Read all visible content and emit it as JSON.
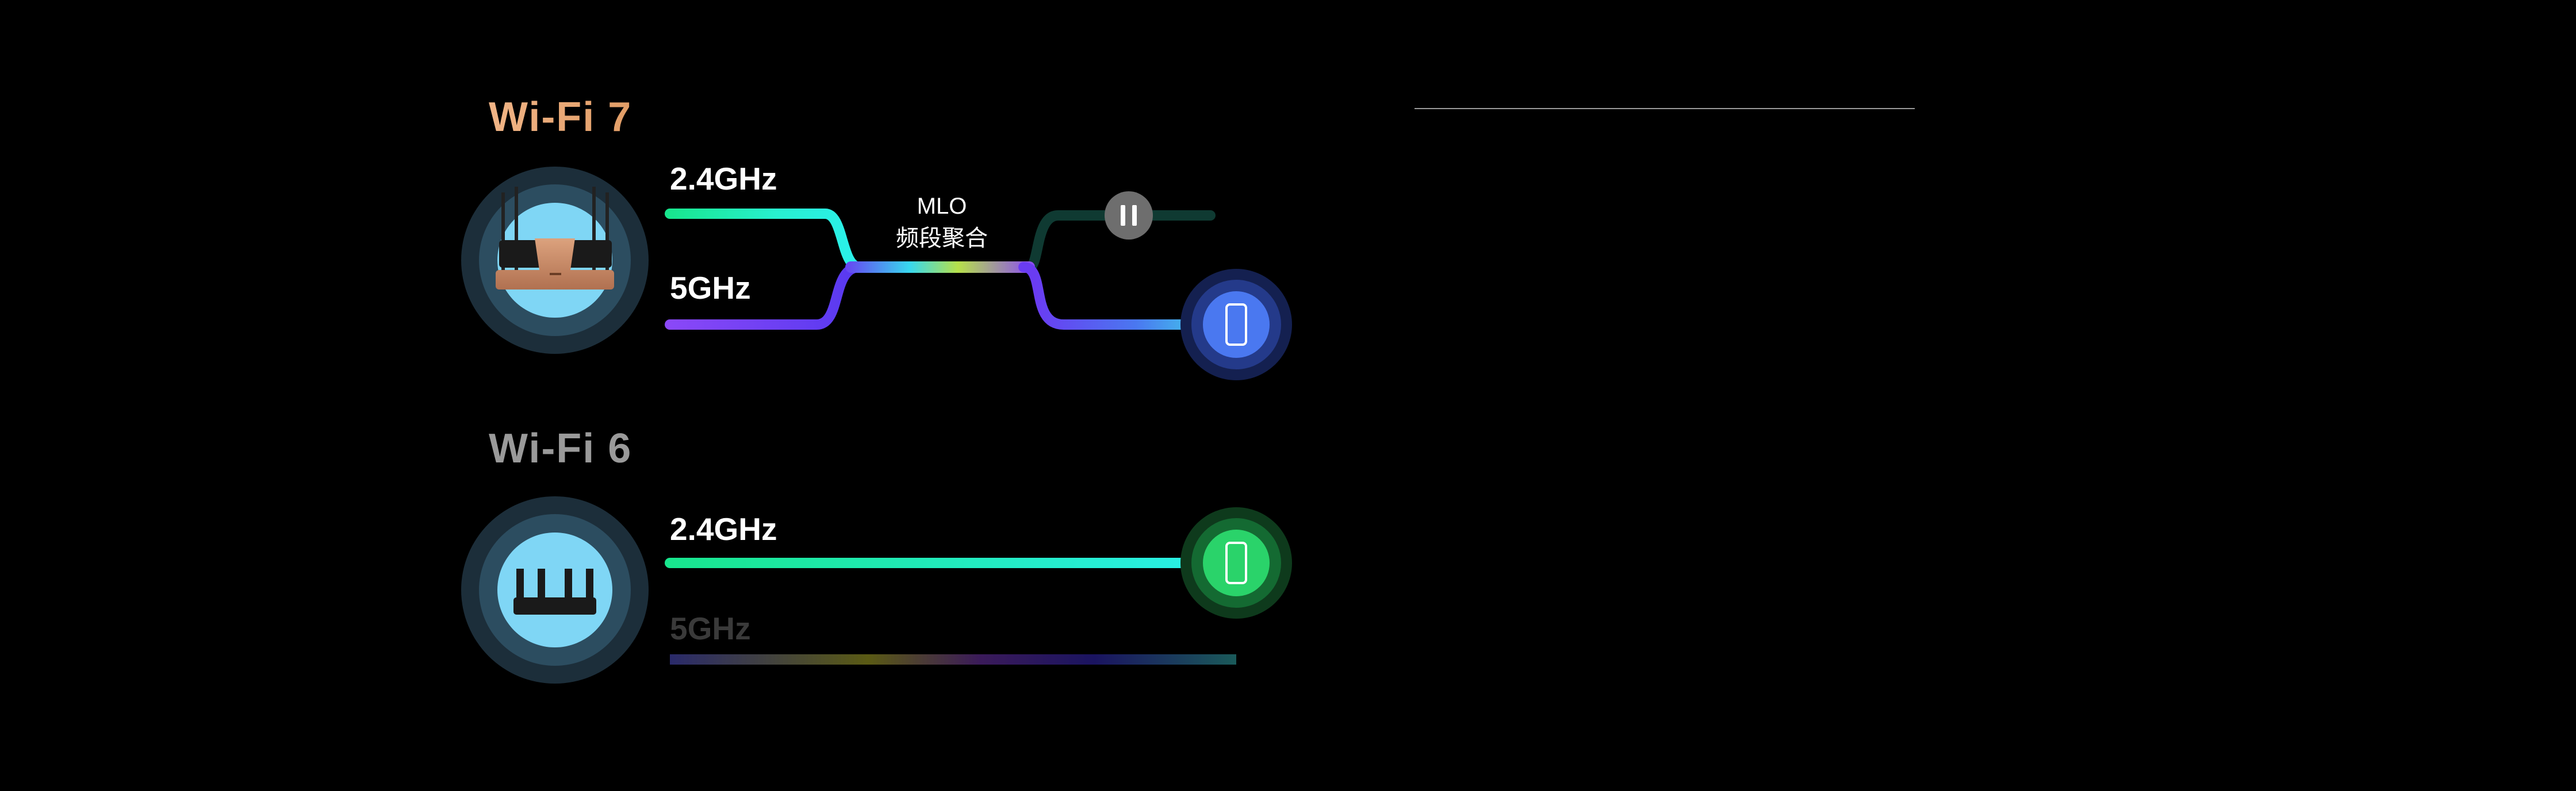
{
  "wifi7": {
    "title": "Wi-Fi 7",
    "band_24": "2.4GHz",
    "band_5": "5GHz",
    "mlo_line1": "MLO",
    "mlo_line2": "频段聚合",
    "router_icon": "router-icon",
    "pause_icon": "pause-icon",
    "phone_icon": "phone-icon"
  },
  "wifi6": {
    "title": "Wi-Fi 6",
    "band_24": "2.4GHz",
    "band_5": "5GHz",
    "router_icon": "router-icon",
    "phone_icon": "phone-icon"
  },
  "colors": {
    "wifi7_title": "#e8a878",
    "wifi6_title": "#9a9a9a",
    "band_24": "#1ee896",
    "band_5": "#7a3cf5",
    "phone_wifi7": "#4a78f0",
    "phone_wifi6": "#2ad36a",
    "inactive_label": "#3a3a3a"
  }
}
